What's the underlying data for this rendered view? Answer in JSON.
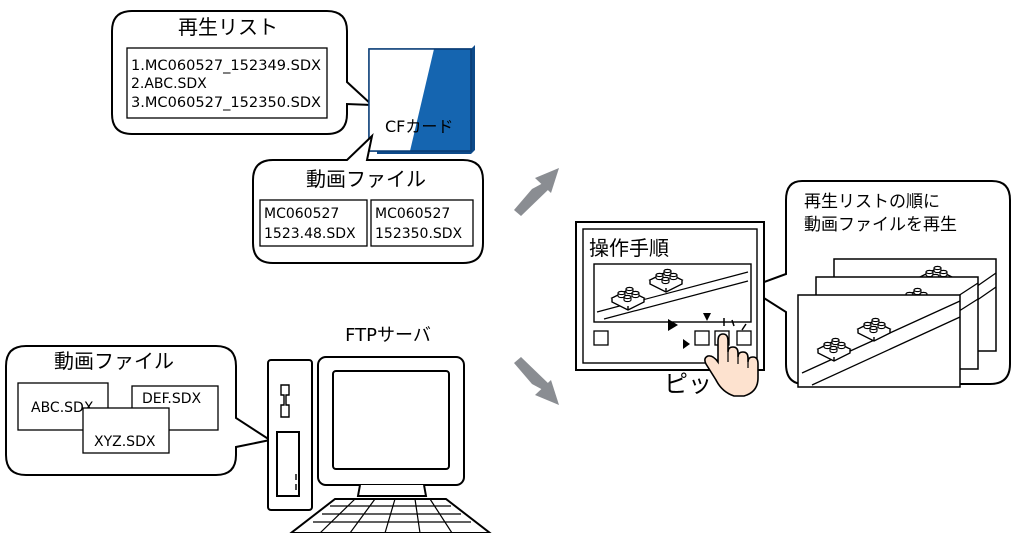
{
  "playlist": {
    "title": "再生リスト",
    "items": [
      "1.MC060527_152349.SDX",
      "2.ABC.SDX",
      "3.MC060527_152350.SDX"
    ]
  },
  "cf_card": {
    "label": "CFカード"
  },
  "cf_video_files": {
    "title": "動画ファイル",
    "files": [
      {
        "line1": "MC060527",
        "line2": "1523.48.SDX"
      },
      {
        "line1": "MC060527",
        "line2": "152350.SDX"
      }
    ]
  },
  "ftp_video_files": {
    "title": "動画ファイル",
    "files": [
      "ABC.SDX",
      "DEF.SDX",
      "XYZ.SDX"
    ]
  },
  "ftp_server": {
    "label": "FTPサーバ"
  },
  "panel": {
    "title": "操作手順"
  },
  "touch_sound": "ピッ",
  "result": {
    "line1": "再生リストの順に",
    "line2": "動画ファイルを再生"
  },
  "colors": {
    "cf_blue": "#1565b0",
    "arrow_gray": "#8a8d92",
    "stroke": "#000000",
    "fill": "#ffffff"
  }
}
